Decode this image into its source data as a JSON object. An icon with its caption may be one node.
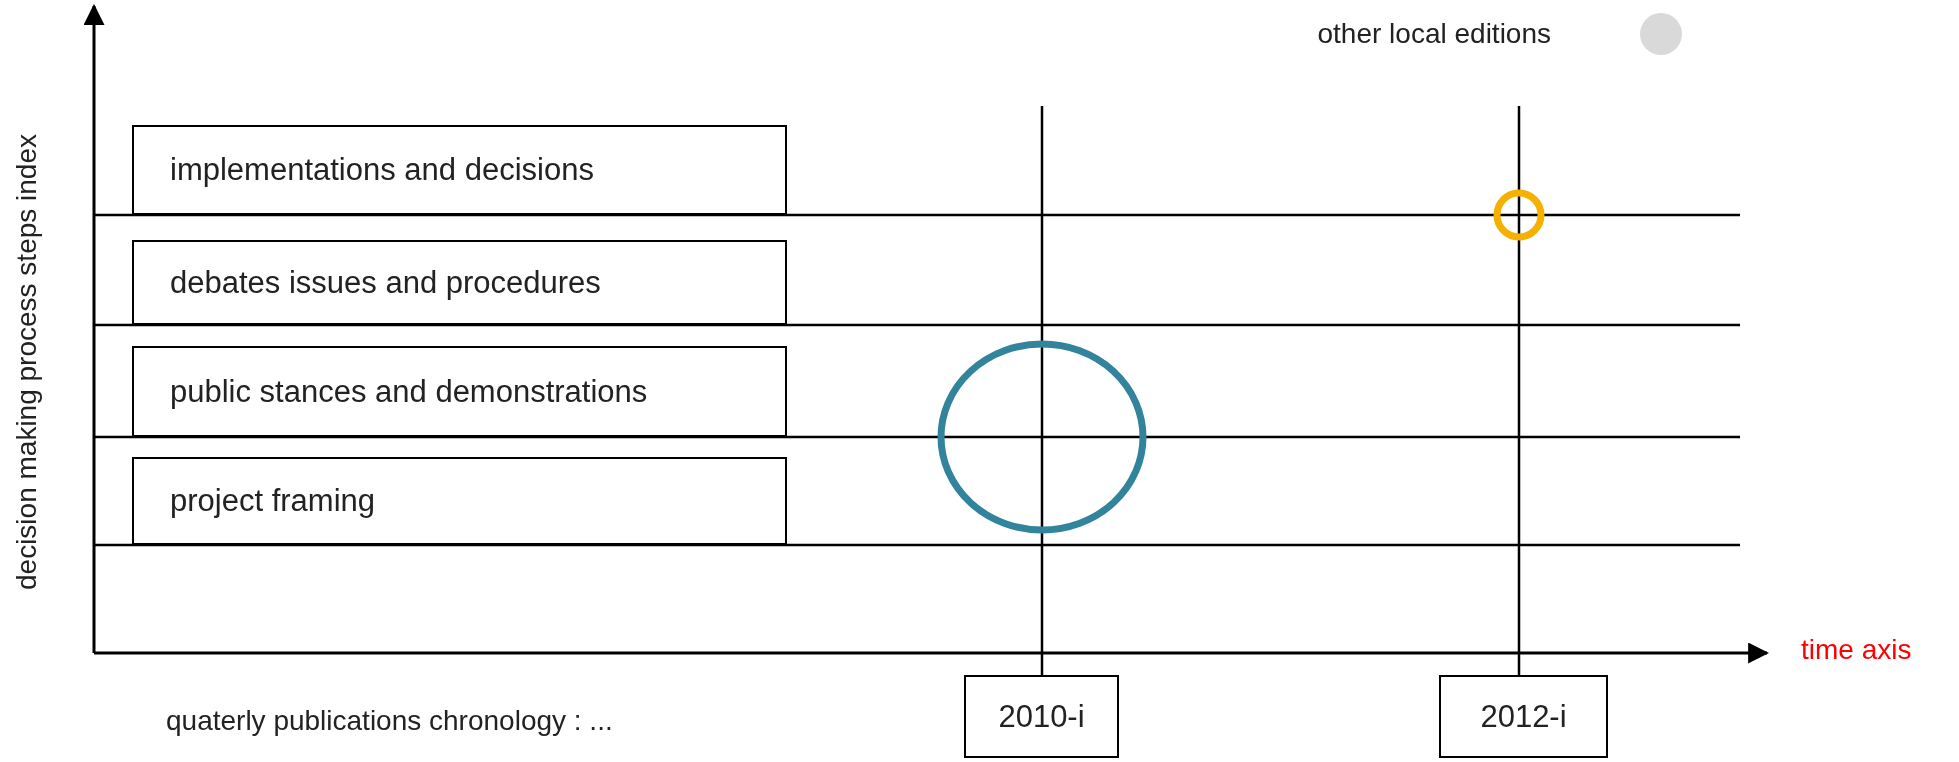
{
  "diagram": {
    "nodes": [
      {
        "text": [
          "implementations and decisions"
        ]
      },
      {
        "text": [
          "debates issues and procedures"
        ]
      },
      {
        "text": [
          "public stances and demonstrations"
        ]
      },
      {
        "text": [
          "project framing"
        ]
      },
      {
        "text": [
          "2010-i"
        ]
      },
      {
        "text": [
          "2012-i"
        ]
      },
      {
        "text": [],
        "shape": "circle"
      },
      {
        "text": [],
        "shape": "circle"
      }
    ],
    "labels": [
      "decision making process steps index",
      "time axis",
      "quaterly publications chronology : ..."
    ],
    "legend": [
      {
        "text": "other local editions",
        "color": "#d9d9d9"
      }
    ]
  }
}
